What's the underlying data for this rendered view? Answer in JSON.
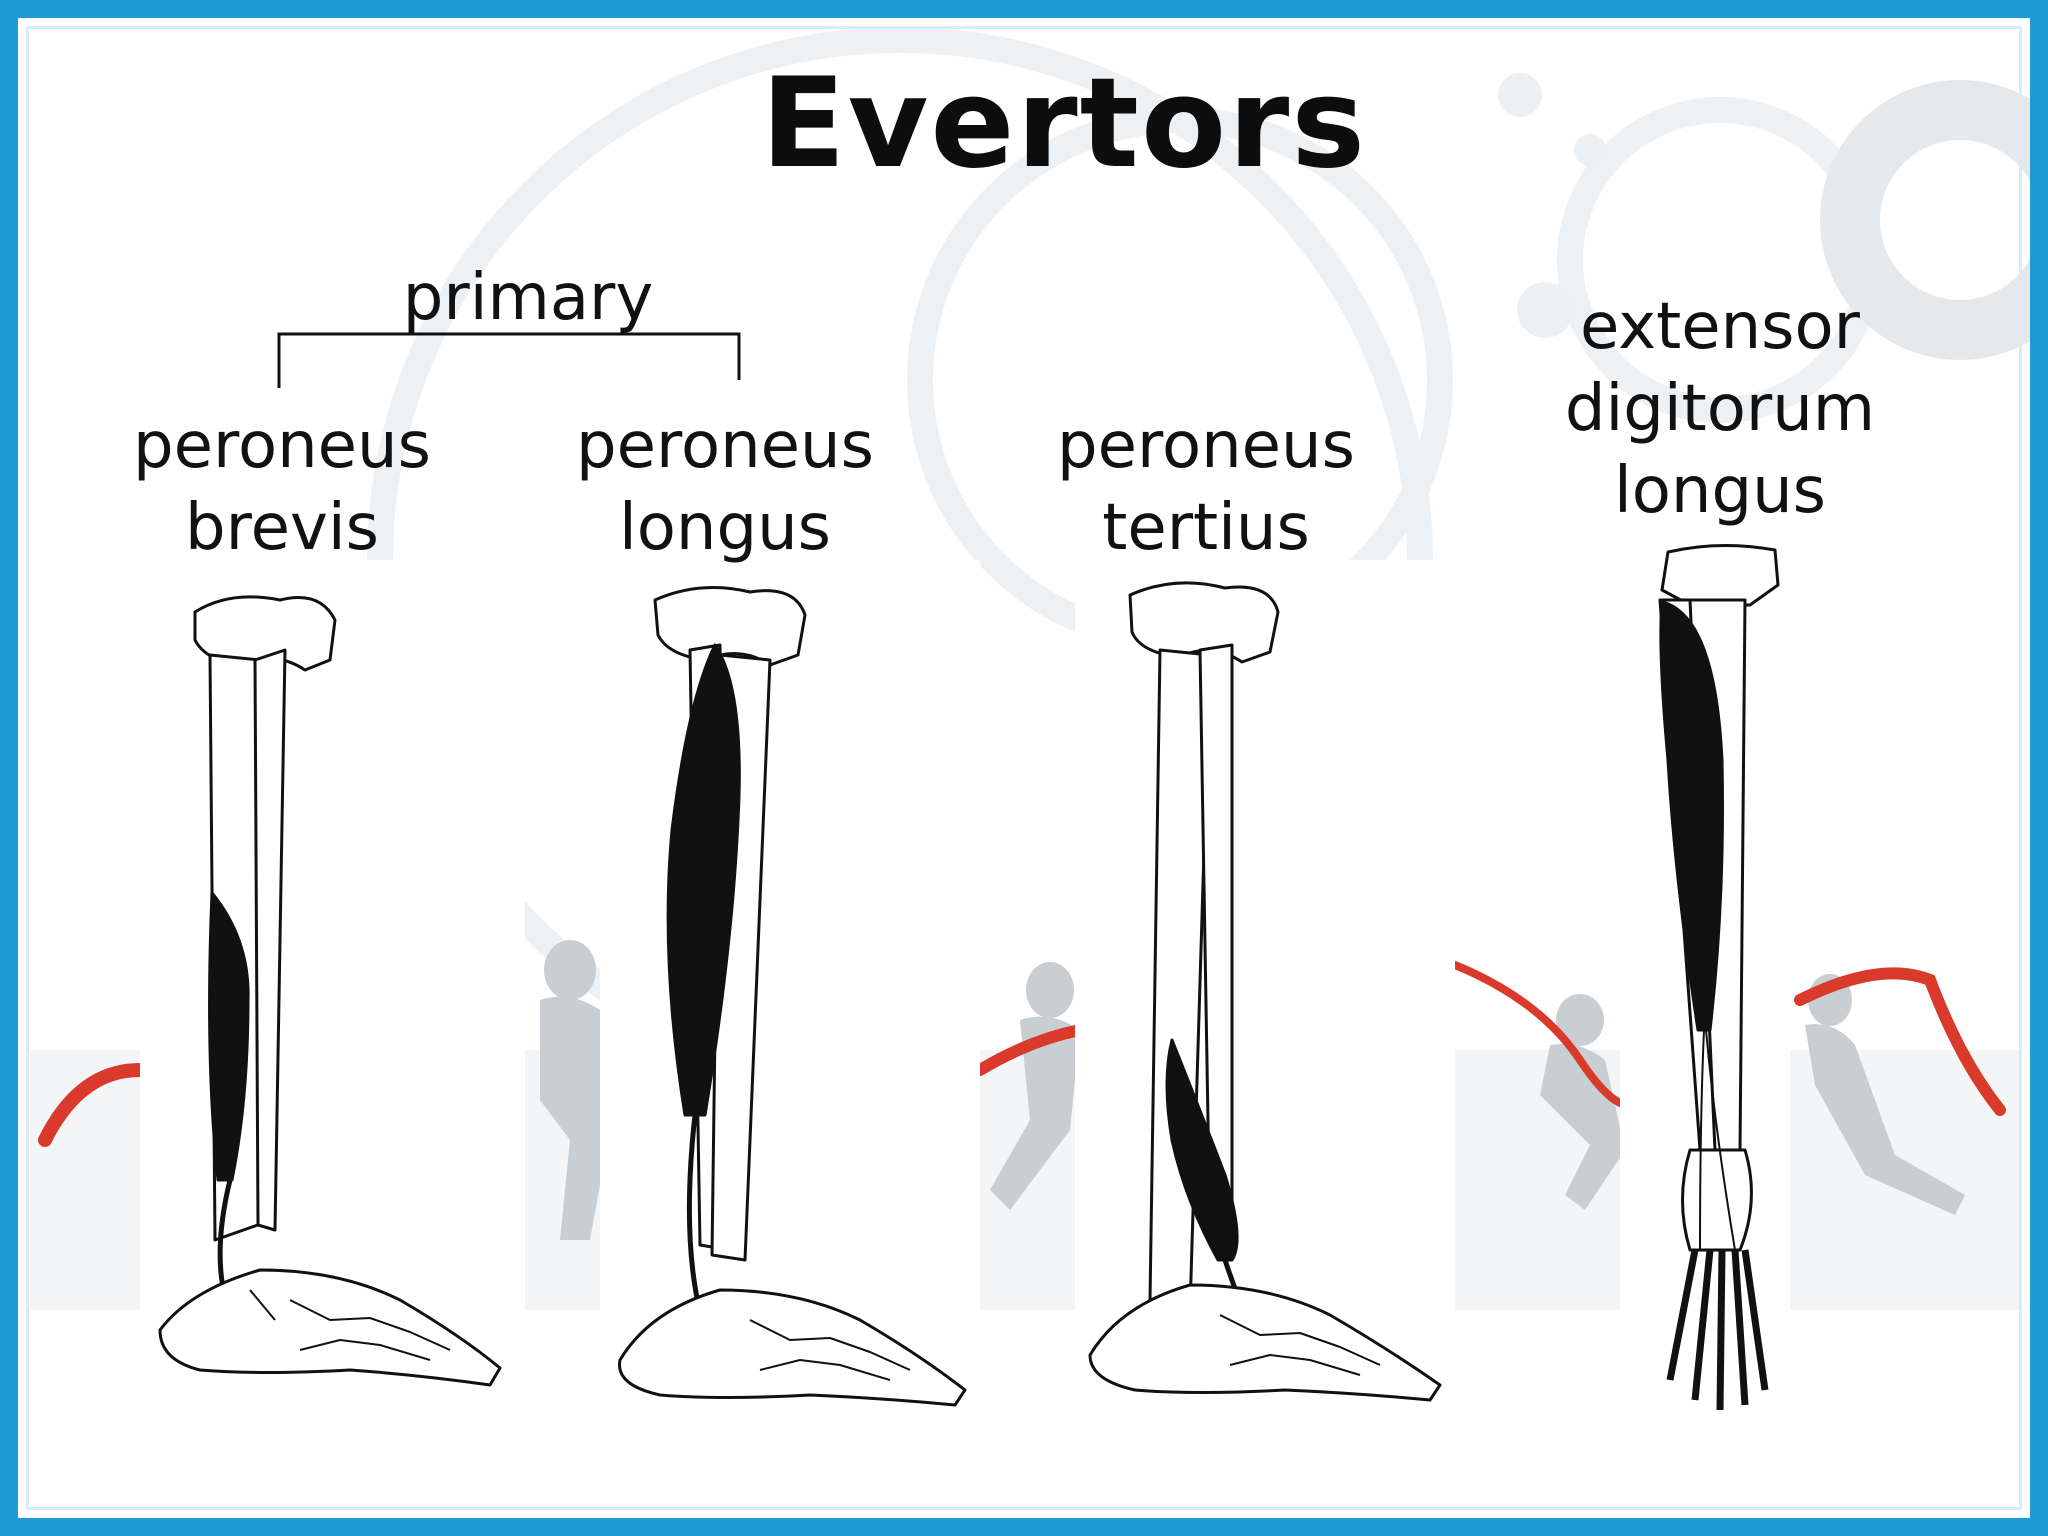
{
  "slide": {
    "title": "Evertors",
    "group_label": "primary",
    "accent_color": "#1f9ad6",
    "ribbon_color": "#d93a2b",
    "muscles": [
      {
        "label": "peroneus\nbrevis"
      },
      {
        "label": "peroneus\nlongus"
      },
      {
        "label": "peroneus\ntertius"
      },
      {
        "label": "extensor\ndigitorum\nlongus"
      }
    ]
  }
}
